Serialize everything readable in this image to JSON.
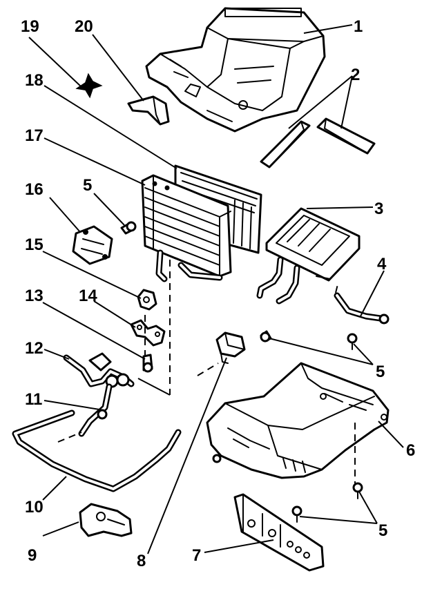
{
  "callouts": [
    {
      "id": "c1",
      "label": "1"
    },
    {
      "id": "c2",
      "label": "2"
    },
    {
      "id": "c3",
      "label": "3"
    },
    {
      "id": "c4",
      "label": "4"
    },
    {
      "id": "c5a",
      "label": "5"
    },
    {
      "id": "c5b",
      "label": "5"
    },
    {
      "id": "c5c",
      "label": "5"
    },
    {
      "id": "c6",
      "label": "6"
    },
    {
      "id": "c7",
      "label": "7"
    },
    {
      "id": "c8",
      "label": "8"
    },
    {
      "id": "c9",
      "label": "9"
    },
    {
      "id": "c10",
      "label": "10"
    },
    {
      "id": "c11",
      "label": "11"
    },
    {
      "id": "c12",
      "label": "12"
    },
    {
      "id": "c13",
      "label": "13"
    },
    {
      "id": "c14",
      "label": "14"
    },
    {
      "id": "c15",
      "label": "15"
    },
    {
      "id": "c16",
      "label": "16"
    },
    {
      "id": "c17",
      "label": "17"
    },
    {
      "id": "c18",
      "label": "18"
    },
    {
      "id": "c19",
      "label": "19"
    },
    {
      "id": "c20",
      "label": "20"
    }
  ]
}
